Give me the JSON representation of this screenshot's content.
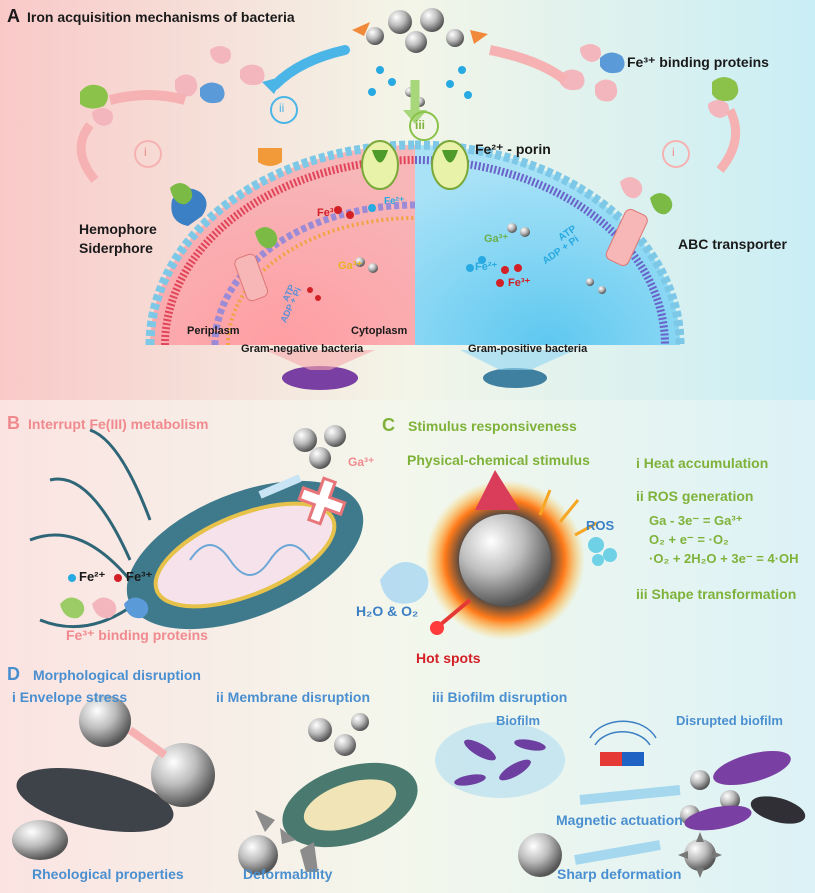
{
  "colors": {
    "pink_text": "#f08a8e",
    "green_text": "#7fb23a",
    "blue_text": "#4a8fd0",
    "dark_text": "#1a1a1a",
    "fe3": "#d31f26",
    "fe2": "#27a9e1",
    "panel_a_left": "#fbd9d8",
    "panel_a_right": "#cdeff5",
    "gram_negative": "#f7a6a9",
    "gram_positive": "#8fd6f3"
  },
  "panel_a": {
    "letter": "A",
    "title": "Iron acquisition mechanisms of bacteria",
    "roman_i": "i",
    "roman_ii": "ii",
    "roman_iii": "iii",
    "fe3_binding_proteins": "Fe³⁺ binding proteins",
    "fe2_porin": "Fe²⁺ - porin",
    "hemophore": "Hemophore",
    "siderphore": "Siderphore",
    "abc_transporter": "ABC transporter",
    "periplasm": "Periplasm",
    "cytoplasm": "Cytoplasm",
    "gram_negative": "Gram-negative bacteria",
    "gram_positive": "Gram-positive bacteria",
    "fe3_label": "Fe³⁺",
    "fe2_label": "Fe²⁺",
    "ga3_label": "Ga³⁺",
    "atp": "ATP",
    "adp_pi": "ADP + Pi"
  },
  "panel_b": {
    "letter": "B",
    "title": "Interrupt Fe(III) metabolism",
    "ga3": "Ga³⁺",
    "fe2": "Fe²⁺",
    "fe3": "Fe³⁺",
    "fe3_binding_proteins": "Fe³⁺ binding proteins"
  },
  "panel_c": {
    "letter": "C",
    "title": "Stimulus responsiveness",
    "stimulus": "Physical-chemical stimulus",
    "item_i": "i  Heat accumulation",
    "item_ii": "ii ROS generation",
    "eq1": "Ga - 3e⁻ = Ga³⁺",
    "eq2": "O₂ + e⁻ = ·O₂",
    "eq3": "·O₂ + 2H₂O + 3e⁻ = 4·OH",
    "item_iii": "iii Shape transformation",
    "ros": "ROS",
    "h2o_o2": "H₂O & O₂",
    "hot_spots": "Hot spots"
  },
  "panel_d": {
    "letter": "D",
    "title": "Morphological disruption",
    "i_title": "i Envelope stress",
    "i_caption": "Rheological properties",
    "ii_title": "ii  Membrane disruption",
    "ii_caption": "Deformability",
    "iii_title": "iii  Biofilm disruption",
    "biofilm": "Biofilm",
    "disrupted": "Disrupted biofilm",
    "magnetic": "Magnetic actuation",
    "sharp": "Sharp deformation"
  }
}
